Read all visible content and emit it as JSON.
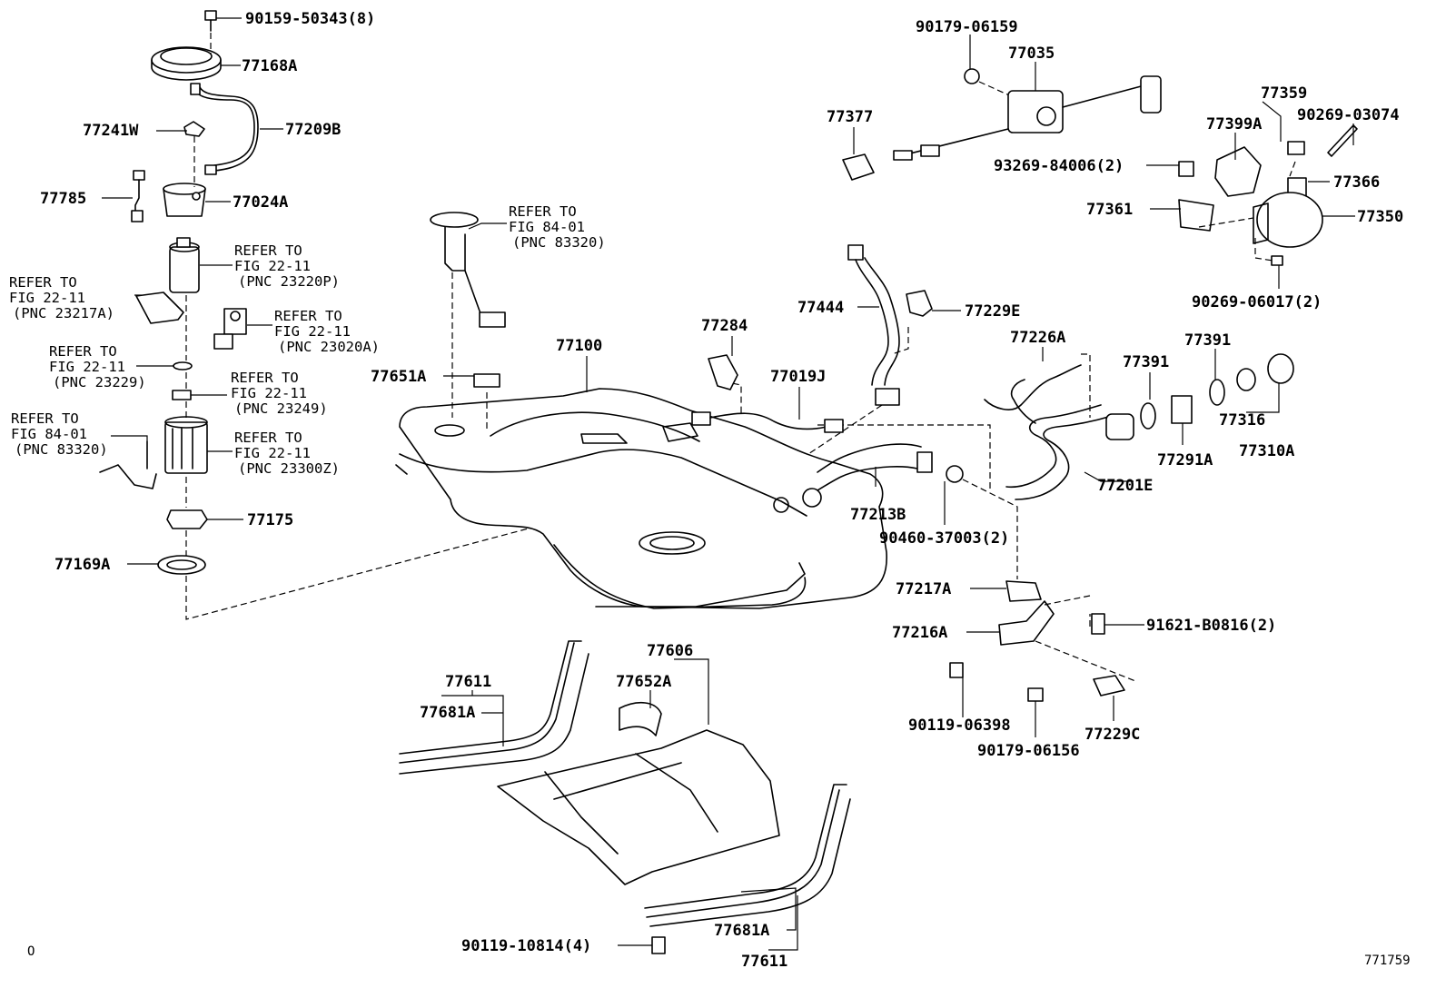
{
  "diagram_id": "771759",
  "corner_mark": "O",
  "labels": {
    "p90159": "90159-50343(8)",
    "p77168A": "77168A",
    "p77241W": "77241W",
    "p77209B": "77209B",
    "p77785": "77785",
    "p77024A": "77024A",
    "p77175": "77175",
    "p77169A": "77169A",
    "p77651A": "77651A",
    "p77100": "77100",
    "p77284": "77284",
    "p77019J": "77019J",
    "p77444": "77444",
    "p77229E": "77229E",
    "p77213B": "77213B",
    "p90460": "90460-37003(2)",
    "p77226A": "77226A",
    "p77391a": "77391",
    "p77391b": "77391",
    "p77316": "77316",
    "p77310A": "77310A",
    "p77291A": "77291A",
    "p77201E": "77201E",
    "p90179_06159": "90179-06159",
    "p77035": "77035",
    "p77377": "77377",
    "p77359": "77359",
    "p77399A": "77399A",
    "p90269_03074": "90269-03074",
    "p93269": "93269-84006(2)",
    "p77366": "77366",
    "p77361": "77361",
    "p77350": "77350",
    "p90269_06017": "90269-06017(2)",
    "p77217A": "77217A",
    "p77216A": "77216A",
    "p91621": "91621-B0816(2)",
    "p90119_06398": "90119-06398",
    "p77229C": "77229C",
    "p90179_06156": "90179-06156",
    "p77606": "77606",
    "p77611a": "77611",
    "p77681Aa": "77681A",
    "p77652A": "77652A",
    "p77681Ab": "77681A",
    "p77611b": "77611",
    "p90119_10814": "90119-10814(4)"
  },
  "references": {
    "r23220P": [
      "REFER TO",
      "FIG 22-11",
      "(PNC 23220P)"
    ],
    "r23217A": [
      "REFER TO",
      "FIG 22-11",
      "(PNC 23217A)"
    ],
    "r23020A": [
      "REFER TO",
      "FIG 22-11",
      "(PNC 23020A)"
    ],
    "r23229": [
      "REFER TO",
      "FIG 22-11",
      "(PNC 23229)"
    ],
    "r23249": [
      "REFER TO",
      "FIG 22-11",
      "(PNC 23249)"
    ],
    "r83320L": [
      "REFER TO",
      "FIG 84-01",
      "(PNC 83320)"
    ],
    "r23300Z": [
      "REFER TO",
      "FIG 22-11",
      "(PNC 23300Z)"
    ],
    "r83320T": [
      "REFER TO",
      "FIG 84-01",
      "(PNC 83320)"
    ]
  }
}
